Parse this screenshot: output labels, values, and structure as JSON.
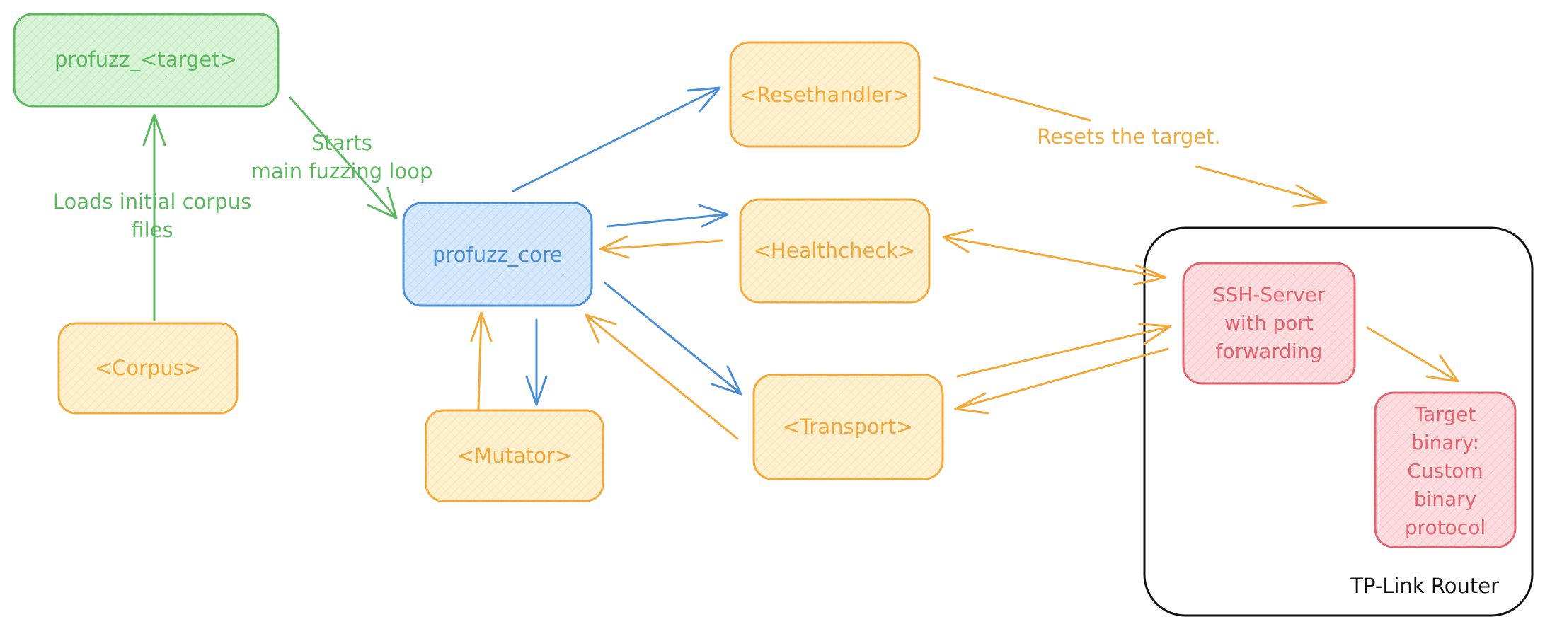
{
  "colors": {
    "green": "#5cb85f",
    "green_fill": "#d8f3d6",
    "blue": "#4a8fd6",
    "blue_fill": "#d6e8fb",
    "orange": "#f3a83a",
    "orange_fill": "#fdf0cf",
    "red": "#e5636f",
    "red_fill": "#fbdde0",
    "black": "#111111"
  },
  "nodes": {
    "target": "profuzz_<target>",
    "corpus": "<Corpus>",
    "core": "profuzz_core",
    "mutator": "<Mutator>",
    "resethandler": "<Resethandler>",
    "healthcheck": "<Healthcheck>",
    "transport": "<Transport>",
    "ssh_server": [
      "SSH-Server",
      "with port",
      "forwarding"
    ],
    "target_binary": [
      "Target",
      "binary:",
      "Custom",
      "binary",
      "protocol"
    ]
  },
  "labels": {
    "starts": [
      "Starts",
      "main fuzzing loop"
    ],
    "loads": [
      "Loads initial corpus",
      "files"
    ],
    "resets": "Resets the target.",
    "router": "TP-Link Router"
  }
}
